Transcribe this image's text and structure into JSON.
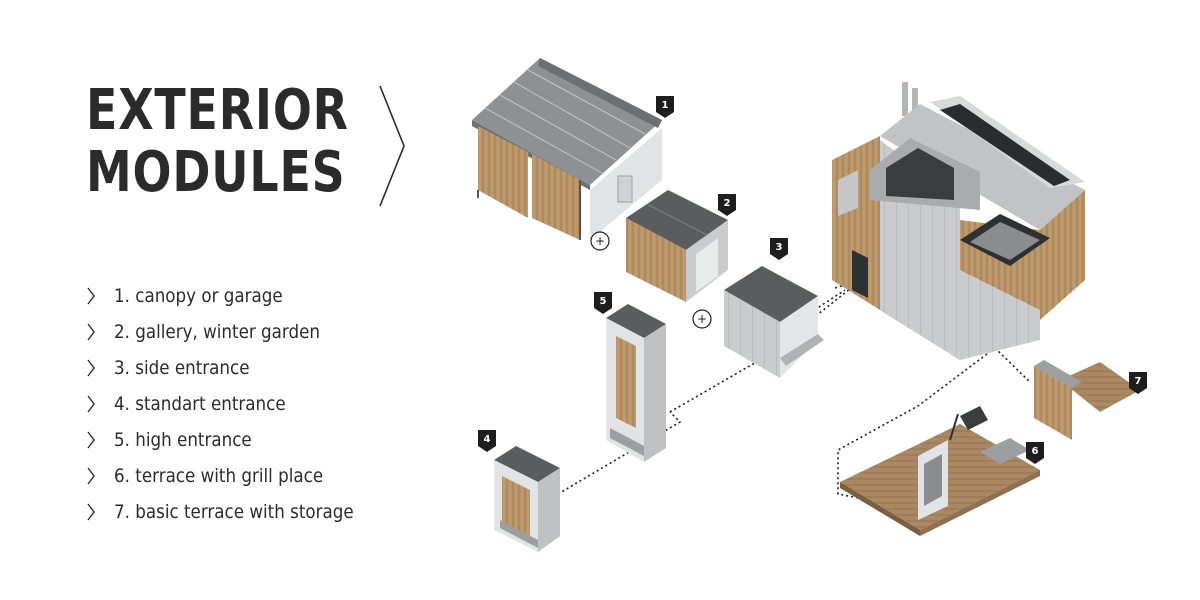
{
  "title": {
    "line1": "EXTERIOR",
    "line2": "MODULES"
  },
  "modules": [
    {
      "label": "1. canopy or garage",
      "number": "1"
    },
    {
      "label": "2. gallery, winter garden",
      "number": "2"
    },
    {
      "label": "3. side entrance",
      "number": "3"
    },
    {
      "label": "4. standart entrance",
      "number": "4"
    },
    {
      "label": "5. high entrance",
      "number": "5"
    },
    {
      "label": "6. terrace with grill place",
      "number": "6"
    },
    {
      "label": "7. basic terrace with storage",
      "number": "7"
    }
  ],
  "plus_signs": [
    "+",
    "+"
  ],
  "colors": {
    "text": "#2b2b2b",
    "metal_light": "#c9cbcd",
    "metal_dark": "#8e9193",
    "roof_dark": "#5a5c5e",
    "wood": "#b89568",
    "badge": "#1e1e1e"
  }
}
